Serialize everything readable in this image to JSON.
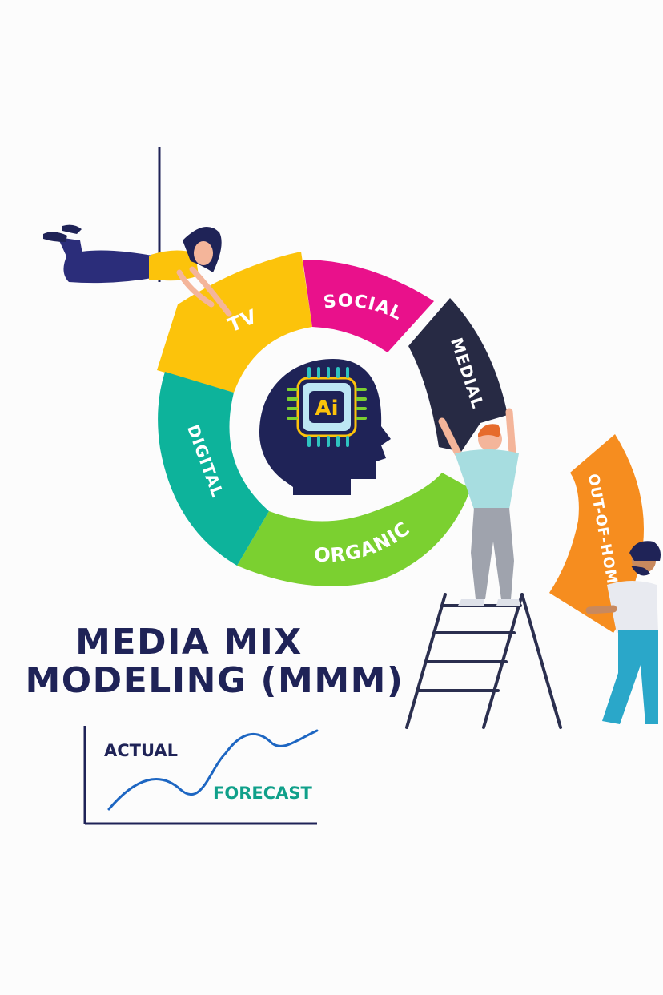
{
  "title": {
    "line1": "MEDIA MIX",
    "line2": "MODELING (MMM)"
  },
  "center_badge": {
    "label": "Ai",
    "icon": "ai-chip-head-icon"
  },
  "segments": [
    {
      "id": "tv",
      "label": "TV",
      "color": "#fcc30b"
    },
    {
      "id": "social",
      "label": "SOCIAL",
      "color": "#e9118b"
    },
    {
      "id": "media",
      "label": "MEDIAL",
      "color": "#272a44"
    },
    {
      "id": "organic",
      "label": "ORGANIC",
      "color": "#7bd030"
    },
    {
      "id": "digital",
      "label": "DIGITAL",
      "color": "#0db39b"
    },
    {
      "id": "out_of_home",
      "label": "OUT-OF-HOME",
      "color": "#f68d1f"
    }
  ],
  "mini_chart": {
    "actual_label": "ACTUAL",
    "forecast_label": "FORECAST",
    "actual_color": "#1f2357",
    "forecast_color": "#10a08a",
    "line_color": "#1d66c2"
  },
  "colors": {
    "navy": "#1f2357",
    "background": "#fcfcfc"
  }
}
